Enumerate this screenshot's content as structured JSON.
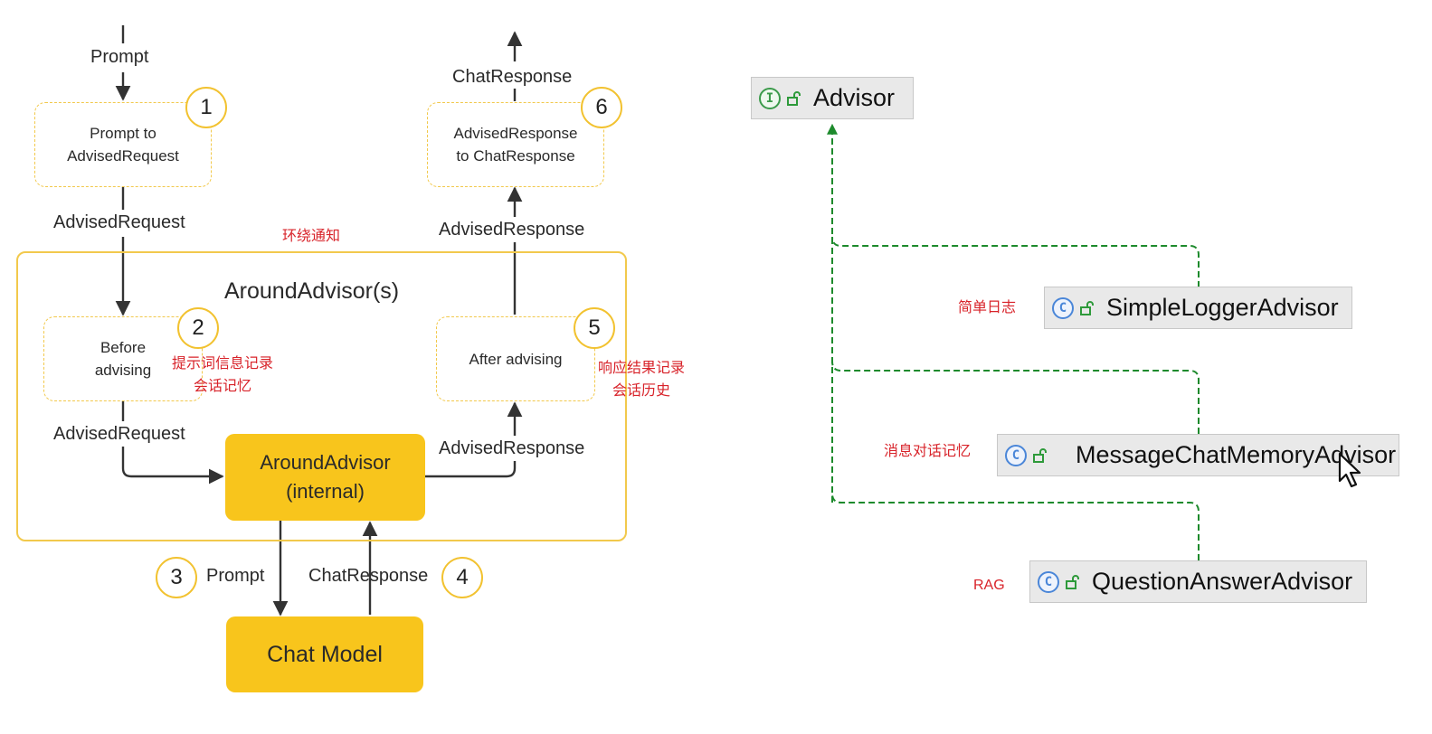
{
  "flow": {
    "prompt_in": "Prompt",
    "advised_request_1": "AdvisedRequest",
    "advised_request_2": "AdvisedRequest",
    "prompt_down": "Prompt",
    "chat_response_up": "ChatResponse",
    "advised_response_1": "AdvisedResponse",
    "advised_response_2": "AdvisedResponse",
    "chat_response_out": "ChatResponse"
  },
  "steps": [
    {
      "number": "1",
      "text_line1": "Prompt to",
      "text_line2": "AdvisedRequest"
    },
    {
      "number": "2",
      "text_line1": "Before",
      "text_line2": "advising"
    },
    {
      "number": "3"
    },
    {
      "number": "4"
    },
    {
      "number": "5",
      "text_line1": "After advising"
    },
    {
      "number": "6",
      "text_line1": "AdvisedResponse",
      "text_line2": "to ChatResponse"
    }
  ],
  "around_container": {
    "title": "AroundAdvisor(s)",
    "annotation": "环绕通知"
  },
  "internal": {
    "line1": "AroundAdvisor",
    "line2": "(internal)"
  },
  "chat_model": "Chat Model",
  "annotations": {
    "before_line1": "提示词信息记录",
    "before_line2": "会话记忆",
    "after_line1": "响应结果记录",
    "after_line2": "会话历史"
  },
  "hierarchy": {
    "interface": {
      "kind": "I",
      "name": "Advisor"
    },
    "classes": [
      {
        "kind": "C",
        "name": "SimpleLoggerAdvisor",
        "note": "简单日志"
      },
      {
        "kind": "C",
        "name": "MessageChatMemoryAdvisor",
        "note": "消息对话记忆"
      },
      {
        "kind": "C",
        "name": "QuestionAnswerAdvisor",
        "note": "RAG"
      }
    ]
  },
  "colors": {
    "accent_yellow": "#f8c51c",
    "dashed_yellow": "#f2c94c",
    "annotation_red": "#d8232a",
    "inherit_green": "#2e9a3a"
  }
}
